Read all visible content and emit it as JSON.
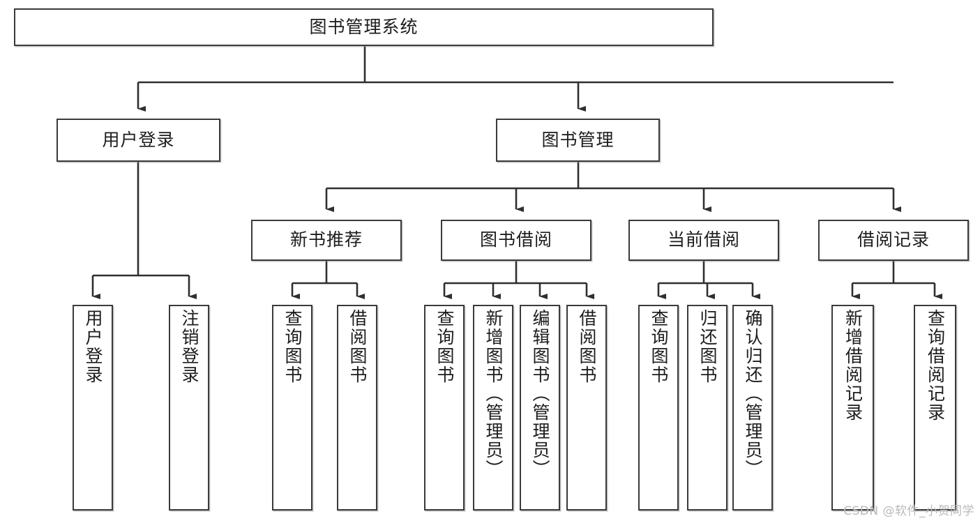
{
  "diagram": {
    "title": "图书管理系统",
    "type": "tree-hierarchy-diagram",
    "watermark": "CSDN @软件_小贺同学",
    "colors": {
      "box_border": "#3a3a3a",
      "box_fill": "#ffffff",
      "connector": "#2f2f2f",
      "text": "#1d1d1d",
      "watermark": "#b9b9b9"
    }
  },
  "nodes": {
    "root": {
      "label": "图书管理系统"
    },
    "level2": [
      {
        "label": "用户登录"
      },
      {
        "label": "图书管理"
      }
    ],
    "level3": [
      {
        "label": "新书推荐"
      },
      {
        "label": "图书借阅"
      },
      {
        "label": "当前借阅"
      },
      {
        "label": "借阅记录"
      }
    ],
    "leaves": {
      "user_login": [
        {
          "label": "用户登录"
        },
        {
          "label": "注销登录"
        }
      ],
      "new_book_recommend": [
        {
          "label": "查询图书"
        },
        {
          "label": "借阅图书"
        }
      ],
      "book_borrow": [
        {
          "label": "查询图书"
        },
        {
          "label": "新增图书（管理员）"
        },
        {
          "label": "编辑图书（管理员）"
        },
        {
          "label": "借阅图书"
        }
      ],
      "current_borrow": [
        {
          "label": "查询图书"
        },
        {
          "label": "归还图书"
        },
        {
          "label": "确认归还（管理员）"
        }
      ],
      "borrow_record": [
        {
          "label": "新增借阅记录"
        },
        {
          "label": "查询借阅记录"
        }
      ]
    }
  }
}
